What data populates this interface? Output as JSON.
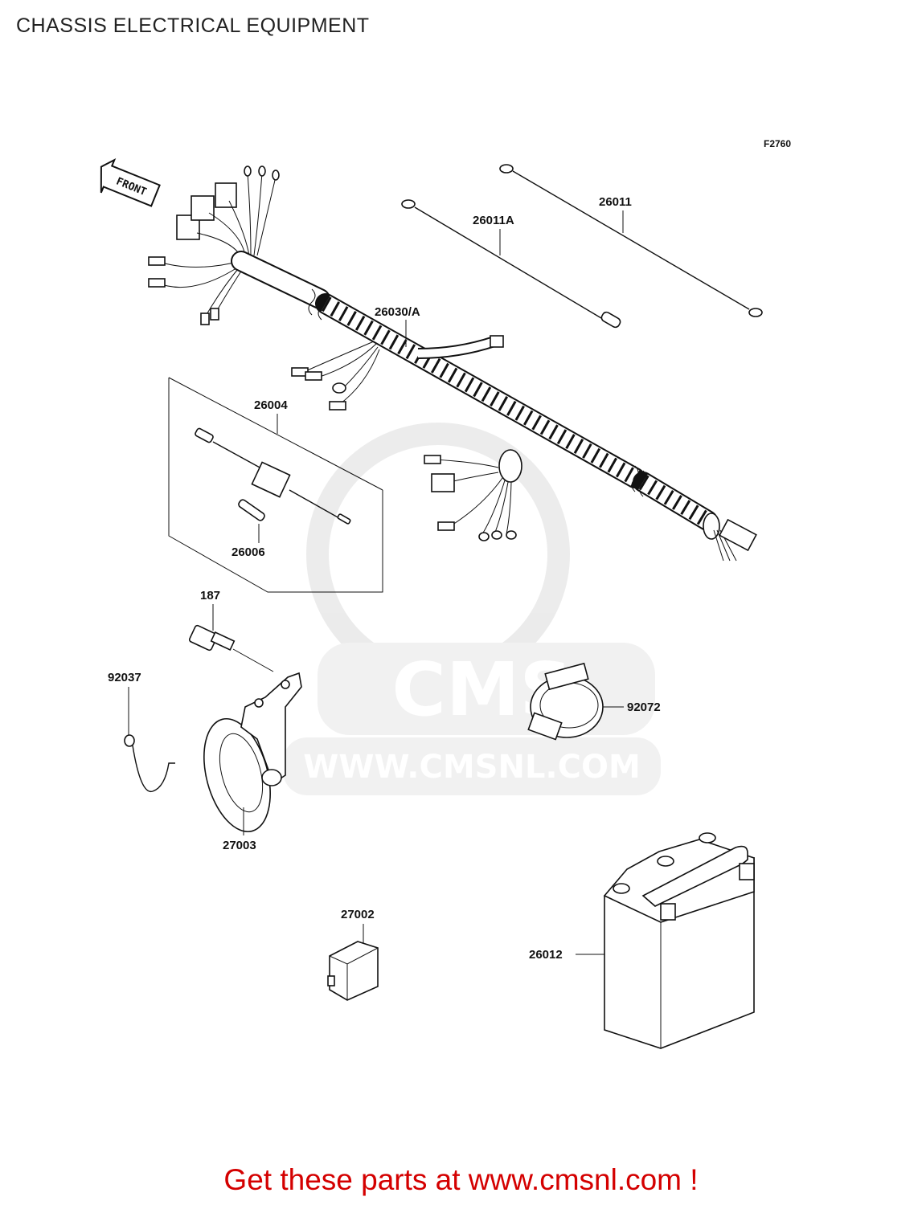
{
  "page": {
    "title": "CHASSIS ELECTRICAL EQUIPMENT"
  },
  "diagram": {
    "code": "F2760",
    "front_label": "FRONT",
    "watermark": {
      "logo": "CMS",
      "url": "WWW.CMSNL.COM"
    },
    "labels": {
      "p26011": "26011",
      "p26011A": "26011A",
      "p26030A": "26030/A",
      "p26004": "26004",
      "p26006": "26006",
      "p187": "187",
      "p92037": "92037",
      "p92072": "92072",
      "p27003": "27003",
      "p27002": "27002",
      "p26012": "26012"
    }
  },
  "footer": {
    "text": "Get these parts at www.cmsnl.com !"
  },
  "colors": {
    "footer": "#d40000",
    "watermark": "#e6e6e6",
    "ink": "#111111"
  }
}
